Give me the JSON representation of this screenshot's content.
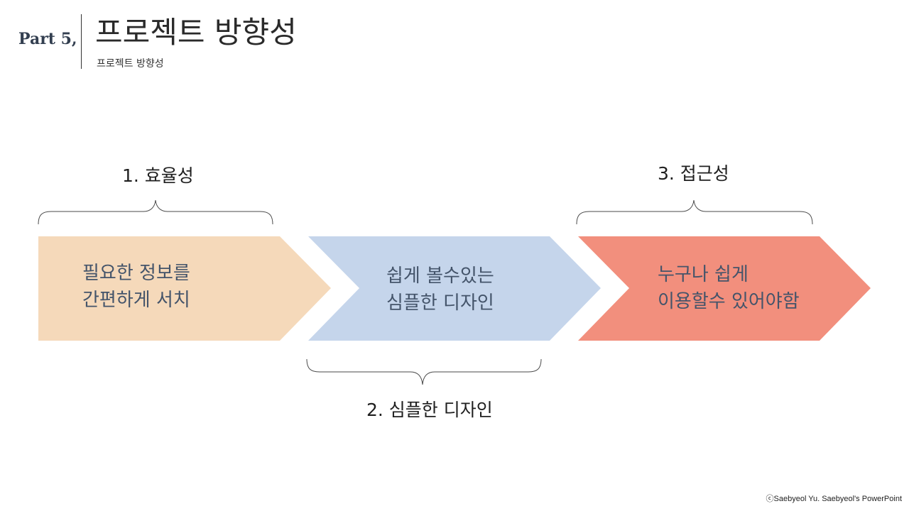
{
  "header": {
    "part": "Part 5,",
    "title": "프로젝트 방향성",
    "subtitle": "프로젝트 방향성"
  },
  "steps": [
    {
      "heading": "1.   효율성",
      "line1": "필요한 정보를",
      "line2": "간편하게 서치",
      "color": "#f5d9ba"
    },
    {
      "heading": "2. 심플한 디자인",
      "line1": "쉽게 볼수있는",
      "line2": "심플한 디자인",
      "color": "#c5d5eb"
    },
    {
      "heading": "3. 접근성",
      "line1": "누구나 쉽게",
      "line2": "이용할수 있어야함",
      "color": "#f28f7d"
    }
  ],
  "text_color": "#44546a",
  "footer": {
    "credit": "ⓒSaebyeol Yu. Saebyeol's PowerPoint"
  }
}
